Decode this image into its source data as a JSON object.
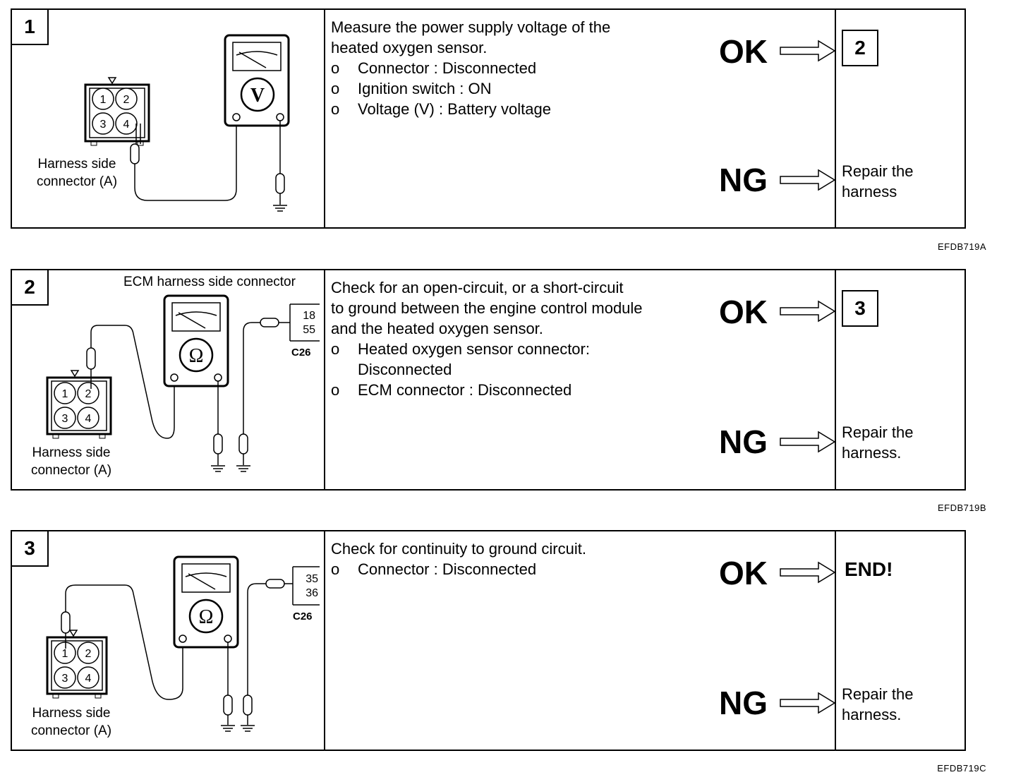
{
  "steps": [
    {
      "number": "1",
      "meter_symbol": "V",
      "connector_pins": [
        "1",
        "2",
        "3",
        "4"
      ],
      "connector_label": [
        "Harness side",
        "connector (A)"
      ],
      "instructions": [
        {
          "bullet": "",
          "text": "Measure the power supply voltage of the"
        },
        {
          "bullet": "",
          "text": "heated oxygen sensor."
        },
        {
          "bullet": "o",
          "text": "Connector : Disconnected"
        },
        {
          "bullet": "o",
          "text": "Ignition switch : ON"
        },
        {
          "bullet": "o",
          "text": "Voltage (V) : Battery voltage"
        }
      ],
      "ok_label": "OK",
      "ng_label": "NG",
      "ok_result": "2",
      "ng_result": [
        "Repair the",
        "harness"
      ],
      "figure_code": "EFDB719A"
    },
    {
      "number": "2",
      "meter_symbol": "Ω",
      "ecm_label": "ECM harness side connector",
      "ecm_pins": [
        "18",
        "55"
      ],
      "ecm_connector_id": "C26",
      "connector_pins": [
        "1",
        "2",
        "3",
        "4"
      ],
      "connector_label": [
        "Harness side",
        "connector (A)"
      ],
      "instructions": [
        {
          "bullet": "",
          "text": "Check for an open-circuit, or a short-circuit"
        },
        {
          "bullet": "",
          "text": "to ground between the engine control module"
        },
        {
          "bullet": "",
          "text": "and the heated oxygen sensor."
        },
        {
          "bullet": "o",
          "text": "Heated oxygen sensor connector:"
        },
        {
          "bullet": "",
          "text": "Disconnected",
          "indent": true
        },
        {
          "bullet": "o",
          "text": "ECM connector : Disconnected"
        }
      ],
      "ok_label": "OK",
      "ng_label": "NG",
      "ok_result": "3",
      "ng_result": [
        "Repair the",
        "harness."
      ],
      "figure_code": "EFDB719B"
    },
    {
      "number": "3",
      "meter_symbol": "Ω",
      "ecm_pins": [
        "35",
        "36"
      ],
      "ecm_connector_id": "C26",
      "connector_pins": [
        "1",
        "2",
        "3",
        "4"
      ],
      "connector_label": [
        "Harness side",
        "connector (A)"
      ],
      "instructions": [
        {
          "bullet": "",
          "text": "Check for continuity to ground circuit."
        },
        {
          "bullet": "o",
          "text": "Connector : Disconnected"
        }
      ],
      "ok_label": "OK",
      "ng_label": "NG",
      "ok_result": "END!",
      "ng_result": [
        "Repair the",
        "harness."
      ],
      "figure_code": "EFDB719C"
    }
  ]
}
